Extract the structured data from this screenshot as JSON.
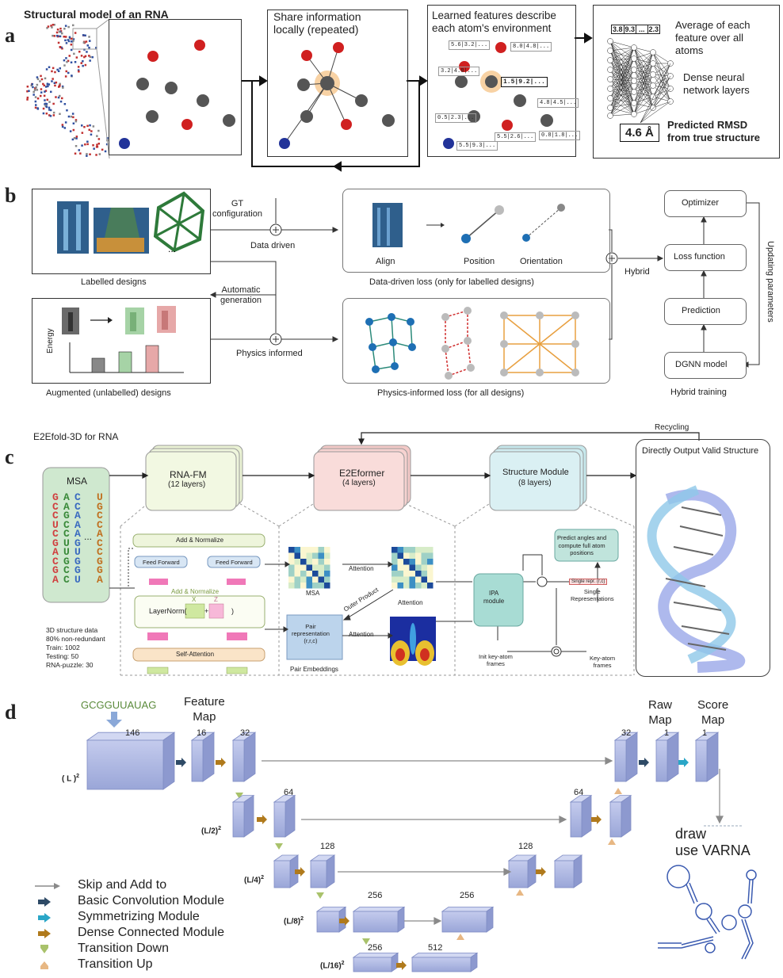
{
  "panel_a": {
    "label": "a",
    "title": "Structural model of an RNA",
    "box2": "Share information\nlocally (repeated)",
    "box3": "Learned features describe\neach atom's environment",
    "box4_avg": "Average of each\nfeature over all\natoms",
    "box4_dense": "Dense neural\nnetwork layers",
    "vec_a": "3.8",
    "vec_b": "9.3",
    "vec_c": "...",
    "vec_d": "2.3",
    "rmsd_value": "4.6 Å",
    "rmsd_label": "Predicted RMSD\nfrom true structure",
    "feat_1": "5.6|3.2|...",
    "feat_2": "8.0|4.8|...",
    "feat_3": "3.2|4.8|...",
    "feat_4": "1.5|9.2|...",
    "feat_5": "4.8|4.5|...",
    "feat_6": "0.5|2.3|...",
    "feat_7": "5.5|2.6|...",
    "feat_8": "0.8|1.8|...",
    "feat_9": "5.5|9.3|..."
  },
  "panel_b": {
    "label": "b",
    "labelled": "Labelled designs",
    "augmented": "Augmented (unlabelled) designs",
    "energy": "Energy",
    "gt": "GT\nconfiguration",
    "data_driven": "Data driven",
    "auto_gen": "Automatic\ngeneration",
    "physics": "Physics informed",
    "align": "Align",
    "position": "Position",
    "orientation": "Orientation",
    "dd_loss": "Data-driven loss (only for labelled designs)",
    "pi_loss": "Physics-informed loss (for all designs)",
    "hybrid": "Hybrid",
    "optimizer": "Optimizer",
    "loss_fn": "Loss function",
    "prediction": "Prediction",
    "dgnn": "DGNN model",
    "hybrid_training": "Hybrid training",
    "updating": "Updating parameters"
  },
  "panel_c": {
    "label": "c",
    "title": "E2Efold-3D for RNA",
    "msa": "MSA",
    "msa_cols": [
      "GCCUCGACGA",
      "AAGCCUUGCC",
      "CCAAAGUGGU"
    ],
    "msa_last": "UGCCACCGGA",
    "msa_dots": "...",
    "data_lines": [
      "3D structure data",
      "80% non-redundant",
      "Train: 1002",
      "Testing: 50",
      "RNA-puzzle: 30"
    ],
    "rnafm": "RNA-FM",
    "rnafm_sub": "(12 layers)",
    "e2eformer": "E2Eformer",
    "e2eformer_sub": "(4 layers)",
    "structure": "Structure Module",
    "structure_sub": "(8 layers)",
    "output": "Directly Output Valid Structure",
    "recycling": "Recycling",
    "add_norm": "Add & Normalize",
    "feed_forward": "Feed Forward",
    "add_norm2": "Add & Normalize",
    "layernorm": "LayerNorm(",
    "ln_x": "X",
    "ln_z": "Z",
    "ln_plus": "+",
    "ln_close": ")",
    "self_attention": "Self-Attention",
    "msa_small": "MSA",
    "attention": "Attention",
    "outer_product": "Outer Product",
    "pair_rep": "Pair\nrepresentation\n(r,r,c)",
    "pair_emb": "Pair Embeddings",
    "ipa": "IPA\nmodule",
    "predict_angles": "Predict angles and\ncompute full atom\npositions",
    "single_repr_box": "Single repr. (r,c)",
    "single_rep": "Single\nRepresentations",
    "init_frames": "Init key-atom\nframes",
    "key_frames": "Key-atom\nframes"
  },
  "panel_d": {
    "label": "d",
    "sequence": "GCGGUUAUAG",
    "feature_map": "Feature\nMap",
    "raw_map": "Raw\nMap",
    "score_map": "Score\nMap",
    "n146": "146",
    "n16": "16",
    "n32a": "32",
    "n32b": "32",
    "n1a": "1",
    "n1b": "1",
    "n64a": "64",
    "n64b": "64",
    "n128a": "128",
    "n128b": "128",
    "n256a": "256",
    "n256b": "256",
    "n256c": "256",
    "n512": "512",
    "L1": "( L )",
    "L2": "(L/2)",
    "L4": "(L/4)",
    "L8": "(L/8)",
    "L16": "(L/16)",
    "sq": "2",
    "draw": "draw\nuse VARNA",
    "legend": [
      "Skip and Add to",
      "Basic Convolution Module",
      "Symmetrizing Module",
      "Dense Connected Module",
      "Transition Down",
      "Transition Up"
    ],
    "colors": {
      "skip": "#8a8a8a",
      "basic": "#2e4a66",
      "sym": "#2aa6c7",
      "dense": "#b07a1c",
      "down": "#a9c26b",
      "up": "#e7b783",
      "block": "#aab4dd"
    }
  }
}
